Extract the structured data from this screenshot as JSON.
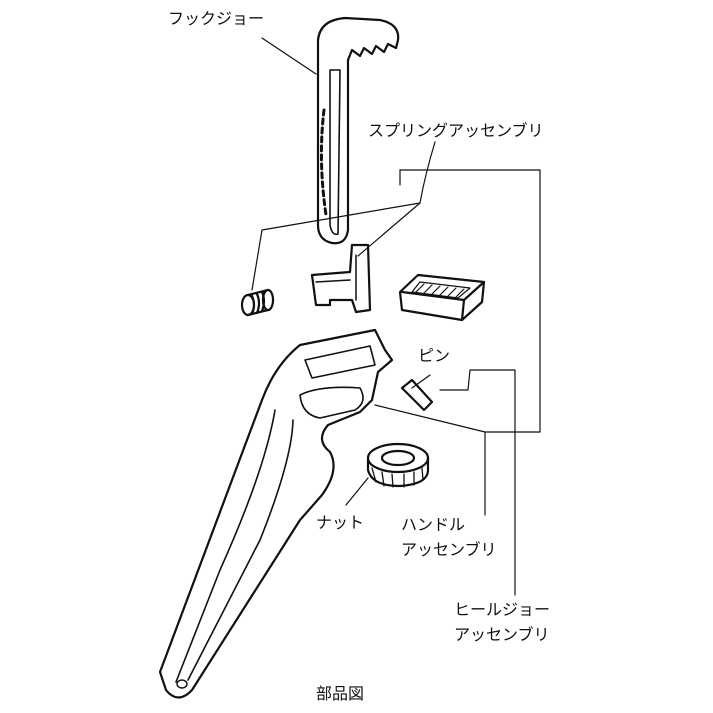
{
  "labels": {
    "hook_jaw": "フックジョー",
    "spring_assembly": "スプリングアッセンブリ",
    "pin": "ピン",
    "nut": "ナット",
    "handle_assembly_line1": "ハンドル",
    "handle_assembly_line2": "アッセンブリ",
    "heel_jaw_assembly_line1": "ヒールジョー",
    "heel_jaw_assembly_line2": "アッセンブリ",
    "caption": "部品図"
  }
}
